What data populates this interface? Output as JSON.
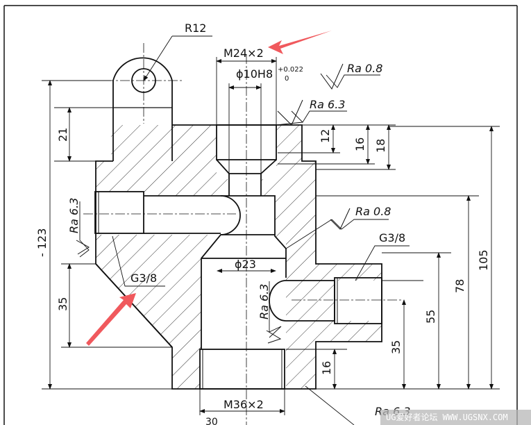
{
  "labels": {
    "r12": "R12",
    "m24": "M24×2",
    "phi10": "ϕ10H8",
    "tol_upper": "+0.022",
    "tol_lower": "0",
    "ra08_top": "Ra 0.8",
    "ra63_top": "Ra 6.3",
    "ra63_left": "Ra 6.3",
    "ra08_mid": "Ra 0.8",
    "g38_right": "G3/8",
    "phi23": "ϕ23",
    "g38_left": "G3/8",
    "ra63_center": "Ra 6.3",
    "ra63_bottom": "Ra 6.3",
    "m36": "M36×2",
    "bottom_cut": "30"
  },
  "dimensions": {
    "d21": "21",
    "d123": "- 123",
    "d35_left": "35",
    "d12": "12",
    "d16_top": "16",
    "d18": "18",
    "d105": "105",
    "d78": "78",
    "d55": "55",
    "d35_right": "35",
    "d16_bottom": "16"
  },
  "watermark": "UG爱好者论坛 WWW.UGSNX.COM",
  "colors": {
    "line": "#111111",
    "arrow": "#f0595d",
    "hatch": "#333333",
    "background": "#ffffff"
  }
}
